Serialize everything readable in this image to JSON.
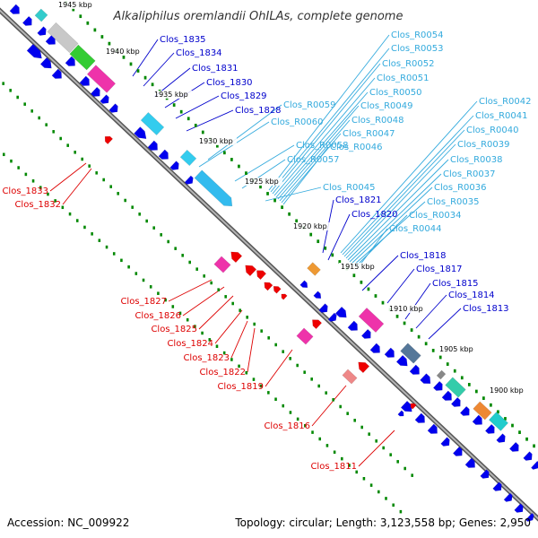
{
  "title": "Alkaliphilus oremlandii OhILAs, complete genome",
  "footer": {
    "accession": "Accession: NC_009922",
    "summary": "Topology: circular; Length: 3,123,558 bp; Genes: 2,950"
  },
  "colors": {
    "backbone": "#808080",
    "cds_forward": "#0000ee",
    "cds_reverse": "#ee0000",
    "rna": "#33bbee",
    "label_forward": "#0000cc",
    "label_reverse": "#dd0000",
    "label_rna": "#33aadd",
    "tick": "#008800"
  },
  "kbp_labels": [
    "1945 kbp",
    "1940 kbp",
    "1935 kbp",
    "1930 kbp",
    "1925 kbp",
    "1920 kbp",
    "1915 kbp",
    "1910 kbp",
    "1905 kbp",
    "1900 kbp"
  ],
  "forward_labels": [
    "Clos_1835",
    "Clos_1834",
    "Clos_1831",
    "Clos_1830",
    "Clos_1829",
    "Clos_1828",
    "Clos_1821",
    "Clos_1820",
    "Clos_1818",
    "Clos_1817",
    "Clos_1815",
    "Clos_1814",
    "Clos_1813"
  ],
  "rna_labels": [
    "Clos_R0054",
    "Clos_R0053",
    "Clos_R0052",
    "Clos_R0051",
    "Clos_R0050",
    "Clos_R0049",
    "Clos_R0048",
    "Clos_R0047",
    "Clos_R0046",
    "Clos_R0059",
    "Clos_R0060",
    "Clos_R0058",
    "Clos_R0057",
    "Clos_R0045",
    "Clos_R0042",
    "Clos_R0041",
    "Clos_R0040",
    "Clos_R0039",
    "Clos_R0038",
    "Clos_R0037",
    "Clos_R0036",
    "Clos_R0035",
    "Clos_R0034",
    "Clos_R0044"
  ],
  "reverse_labels": [
    "Clos_1833",
    "Clos_1832",
    "Clos_1827",
    "Clos_1826",
    "Clos_1825",
    "Clos_1824",
    "Clos_1823",
    "Clos_1822",
    "Clos_1819",
    "Clos_1816",
    "Clos_1811"
  ]
}
